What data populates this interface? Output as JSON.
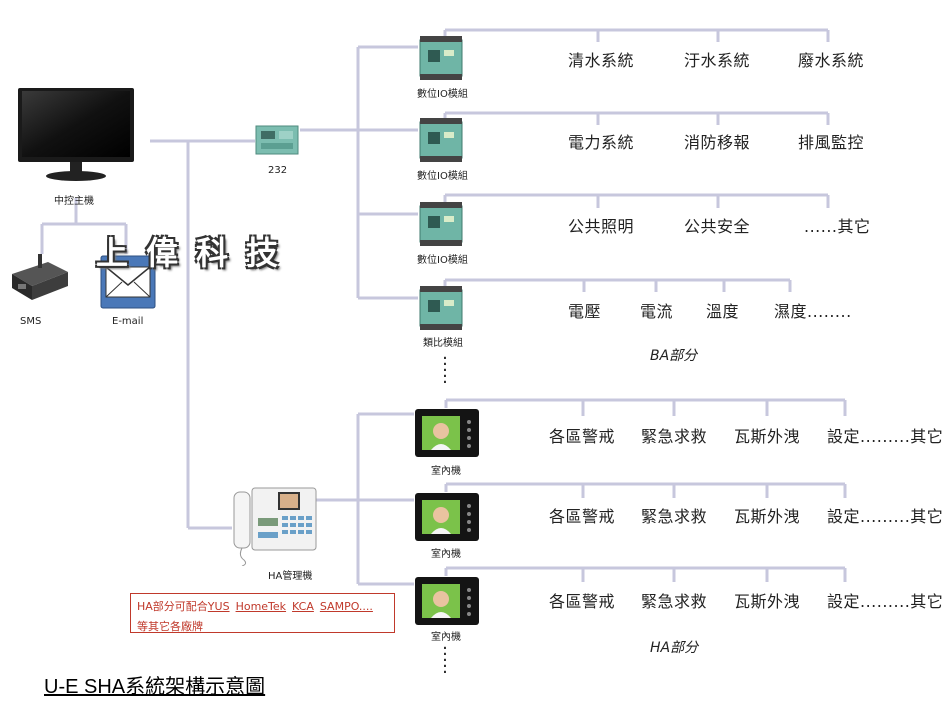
{
  "devices": {
    "host": "中控主機",
    "sms": "SMS",
    "email": "E-mail",
    "converter": "232",
    "io_module": "數位IO模組",
    "analog_module": "類比模組",
    "ha_manager": "HA管理機",
    "indoor_unit": "室內機"
  },
  "ba_rows": [
    [
      "清水系統",
      "汙水系統",
      "廢水系統"
    ],
    [
      "電力系統",
      "消防移報",
      "排風監控"
    ],
    [
      "公共照明",
      "公共安全",
      "......其它"
    ],
    [
      "電壓",
      "電流",
      "溫度",
      "濕度........"
    ]
  ],
  "ha_rows": [
    [
      "各區警戒",
      "緊急求救",
      "瓦斯外洩",
      "設定.........其它"
    ],
    [
      "各區警戒",
      "緊急求救",
      "瓦斯外洩",
      "設定.........其它"
    ],
    [
      "各區警戒",
      "緊急求救",
      "瓦斯外洩",
      "設定.........其它"
    ]
  ],
  "sections": {
    "ba": "BA部分",
    "ha": "HA部分"
  },
  "watermark": "上偉科技",
  "note": {
    "prefix": "HA部分可配合",
    "brands": [
      "YUS",
      "HomeTek",
      "KCA",
      "SAMPO...."
    ],
    "line2": "等其它各廠牌"
  },
  "title": "U-E SHA系統架構示意圖",
  "colors": {
    "connector": "#c7c7dd",
    "note_border": "#c0392b",
    "module_green": "#6fb5a6"
  }
}
